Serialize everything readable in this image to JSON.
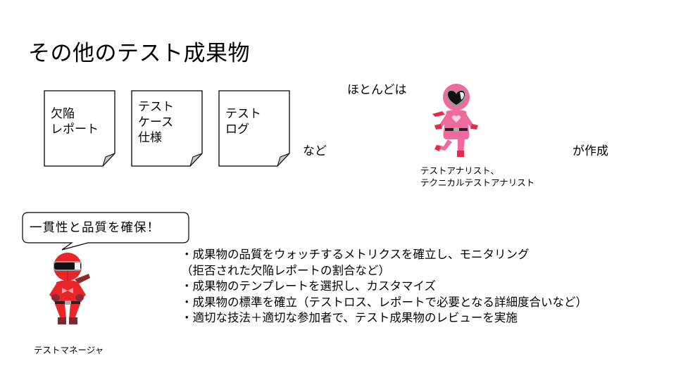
{
  "slide": {
    "title": "その他のテスト成果物",
    "documents": [
      {
        "label": "欠陥\nレポート"
      },
      {
        "label": "テスト\nケース\n仕様"
      },
      {
        "label": "テスト\nログ"
      }
    ],
    "etc_label": "など",
    "mostly_label": "ほとんどは",
    "created_by_label": "が作成",
    "analyst": {
      "caption": "テストアナリスト、\nテクニカルテストアナリスト",
      "icon": "pink-ranger-icon",
      "color": "#f06aa0"
    },
    "manager": {
      "caption": "テストマネージャ",
      "icon": "red-ranger-icon",
      "color": "#e8262a",
      "speech": "一貫性と品質を確保！"
    },
    "bullets": [
      "・成果物の品質をウォッチするメトリクスを確立し、モニタリング",
      "（拒否された欠陥レポートの割合など）",
      "・成果物のテンプレートを選択し、カスタマイズ",
      "・成果物の標準を確立（テストロス、レポートで必要となる詳細度合いなど）",
      "・適切な技法＋適切な参加者で、テスト成果物のレビューを実施"
    ]
  }
}
